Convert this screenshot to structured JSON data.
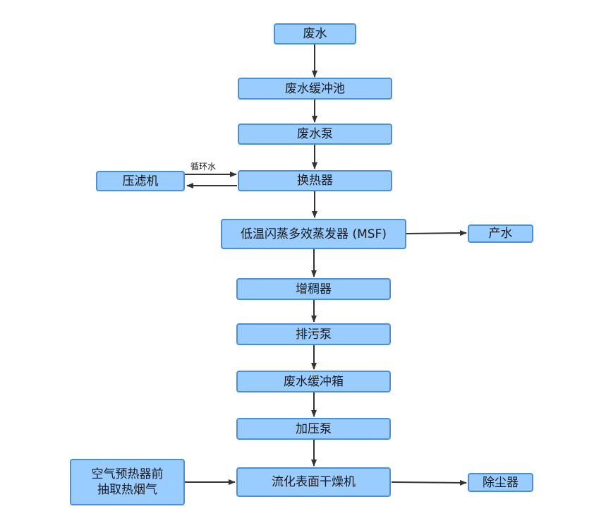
{
  "diagram": {
    "nodes": {
      "wastewater": "废水",
      "buffer_pool": "废水缓冲池",
      "pump": "废水泵",
      "heat_exchanger": "换热器",
      "filter_press": "压滤机",
      "msf": "低温闪蒸多效蒸发器 (MSF)",
      "product_water": "产水",
      "thickener": "增稠器",
      "sewage_pump": "排污泵",
      "buffer_tank": "废水缓冲箱",
      "booster_pump": "加压泵",
      "flue_gas": "空气预热器前\n抽取热烟气",
      "dryer": "流化表面干燥机",
      "dust_collector": "除尘器"
    },
    "edge_labels": {
      "circulating_water": "循环水"
    },
    "colors": {
      "node_fill": "#99ccff",
      "node_border": "#4a8fd8",
      "edge": "#333333"
    }
  }
}
